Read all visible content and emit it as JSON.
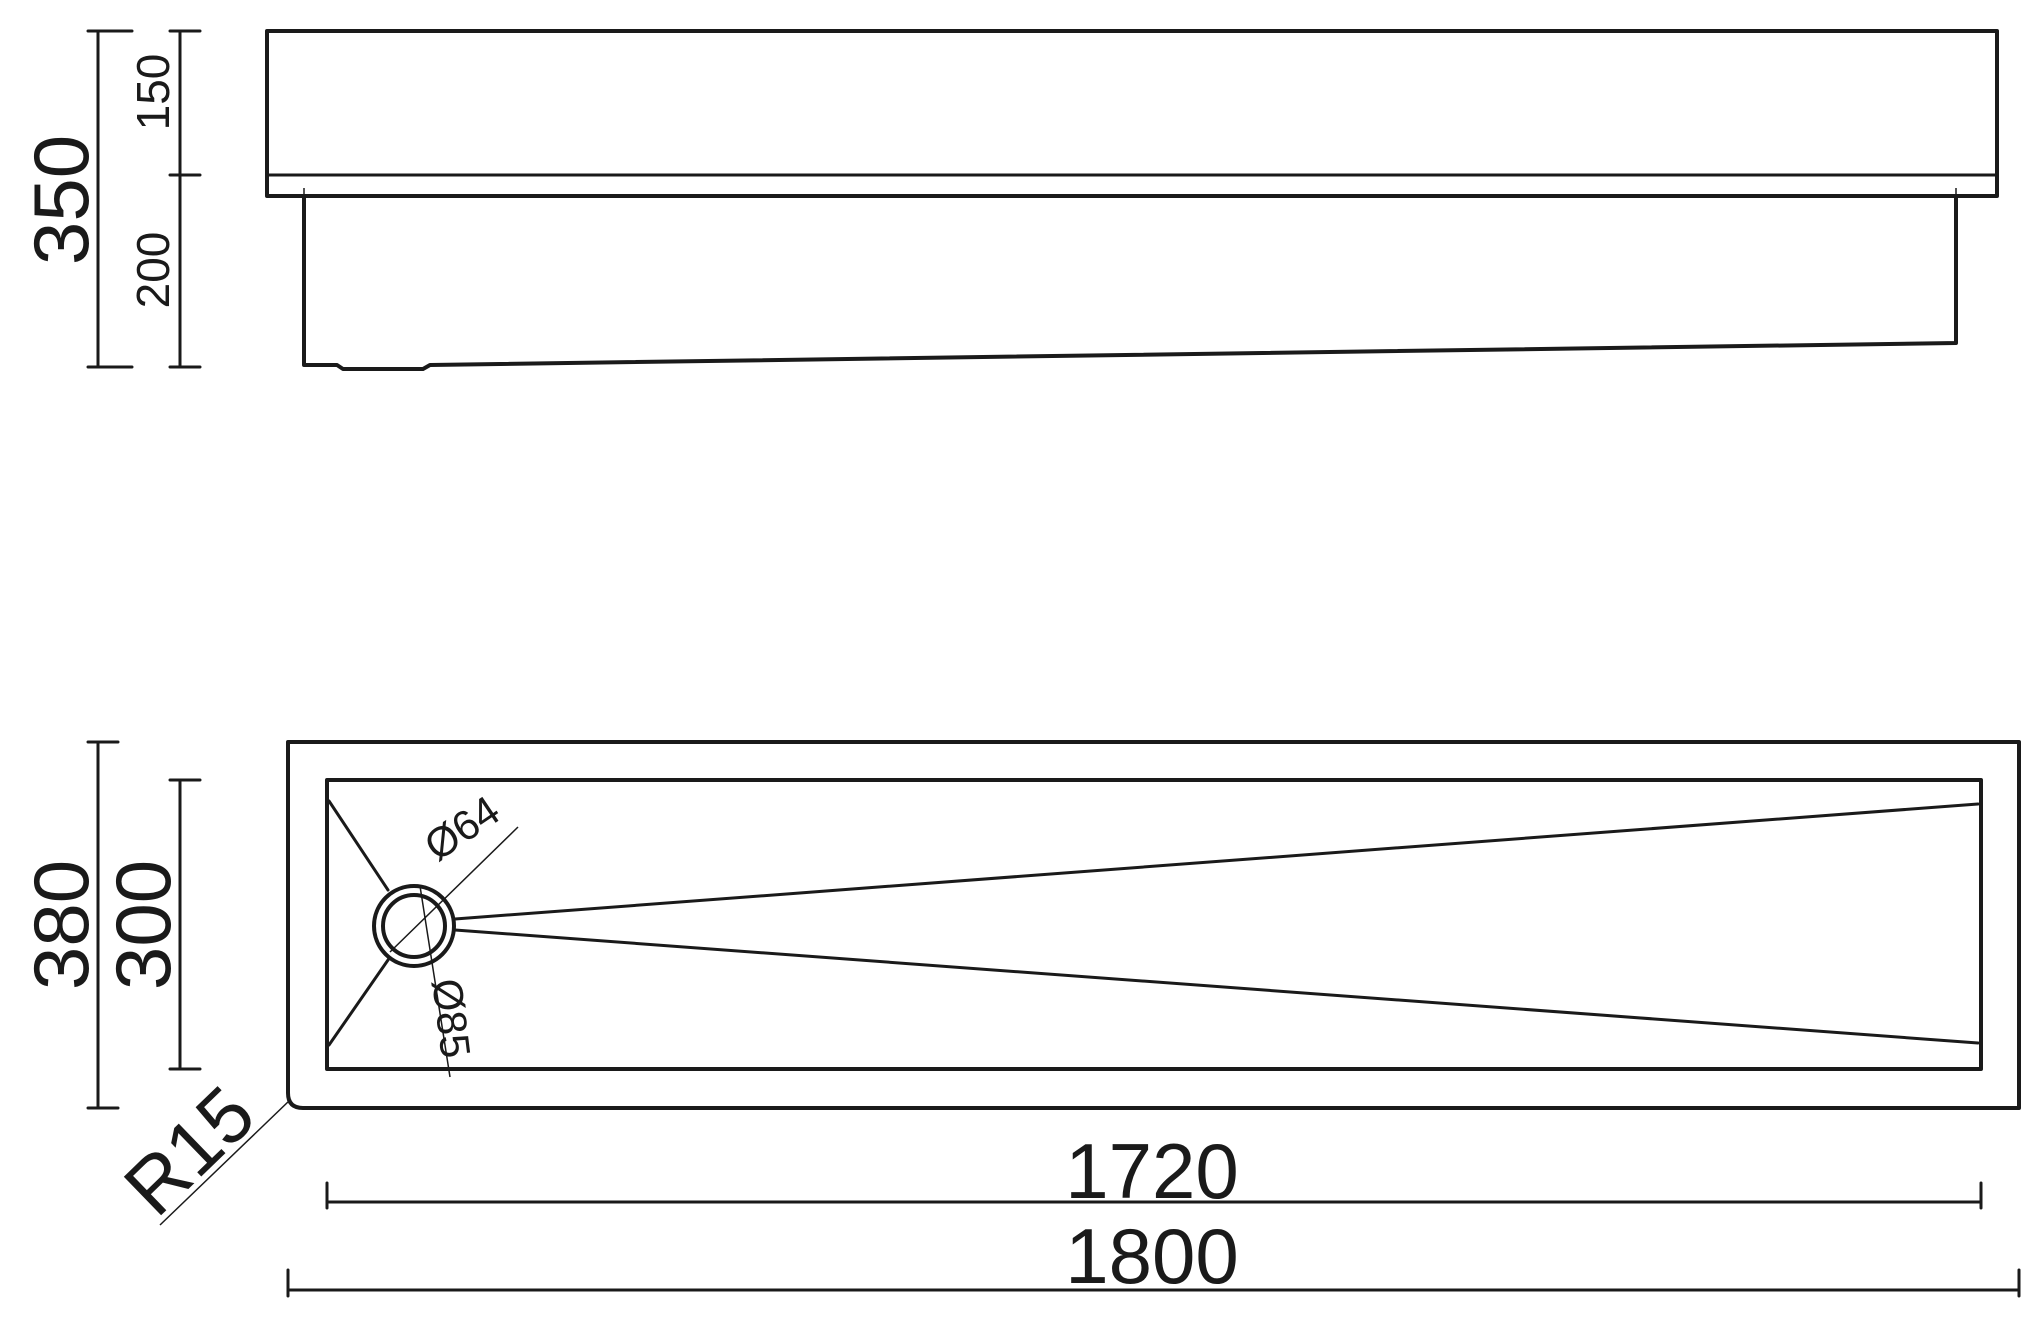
{
  "side_view": {
    "dim_total_height": "350",
    "dim_upper_height": "150",
    "dim_lower_height": "200"
  },
  "top_view": {
    "dim_outer_depth": "380",
    "dim_inner_depth": "300",
    "dim_corner_radius": "R15",
    "dim_waste_inner": "Ø64",
    "dim_waste_outer": "Ø85",
    "dim_inner_length": "1720",
    "dim_outer_length": "1800"
  }
}
